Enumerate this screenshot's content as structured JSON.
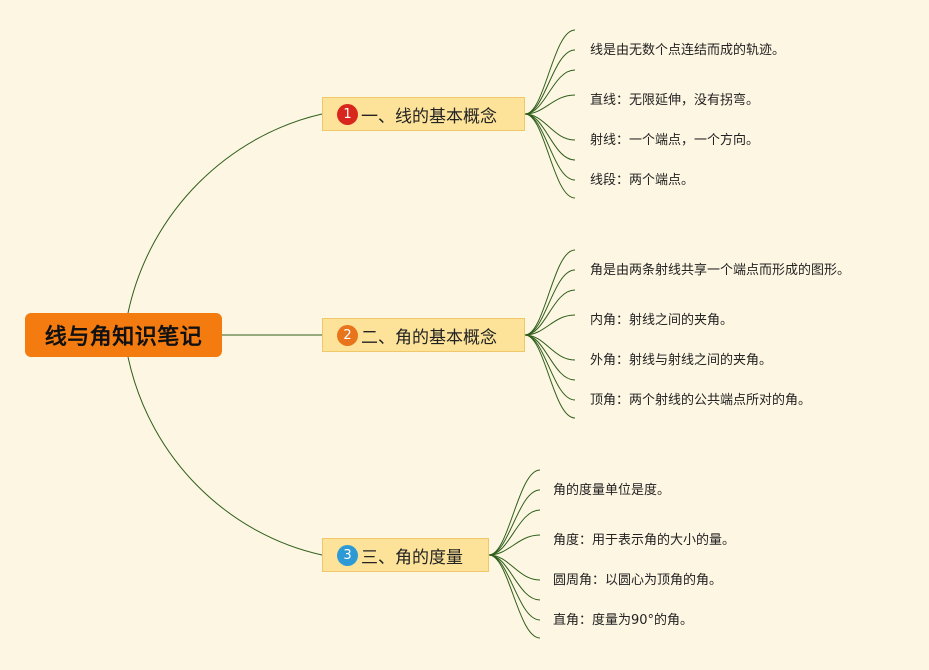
{
  "root": {
    "title": "线与角知识笔记",
    "color": "#f47b0f"
  },
  "connector_color": "#2f5f1a",
  "branches": [
    {
      "number": "1",
      "badge_color": "#d9261c",
      "title": "一、线的基本概念",
      "leaves": [
        "线是由无数个点连结而成的轨迹。",
        "直线：无限延伸，没有拐弯。",
        "射线：一个端点，一个方向。",
        "线段：两个端点。"
      ]
    },
    {
      "number": "2",
      "badge_color": "#e8741c",
      "title": "二、角的基本概念",
      "leaves": [
        "角是由两条射线共享一个端点而形成的图形。",
        "内角：射线之间的夹角。",
        "外角：射线与射线之间的夹角。",
        "顶角：两个射线的公共端点所对的角。"
      ]
    },
    {
      "number": "3",
      "badge_color": "#2d9ad6",
      "title": "三、角的度量",
      "leaves": [
        "角的度量单位是度。",
        "角度：用于表示角的大小的量。",
        "圆周角：以圆心为顶角的角。",
        "直角：度量为90°的角。"
      ]
    }
  ]
}
